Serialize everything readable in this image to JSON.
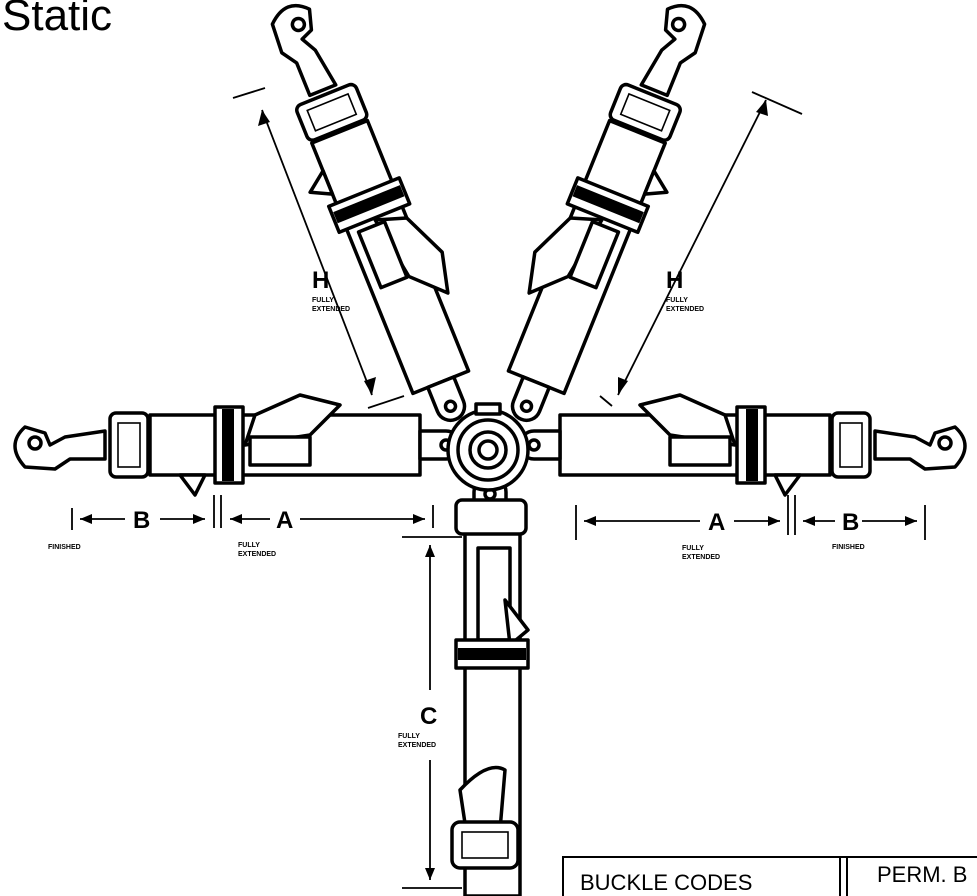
{
  "title": "Static",
  "labels": {
    "h_left": "H",
    "h_right": "H",
    "a_left": "A",
    "a_right": "A",
    "b_left": "B",
    "b_right": "B",
    "c": "C"
  },
  "notes": {
    "fully": "FULLY",
    "extended": "EXTENDED",
    "finished": "FINISHED"
  },
  "table": {
    "col1": "BUCKLE CODES",
    "col2": "PERM. B"
  }
}
